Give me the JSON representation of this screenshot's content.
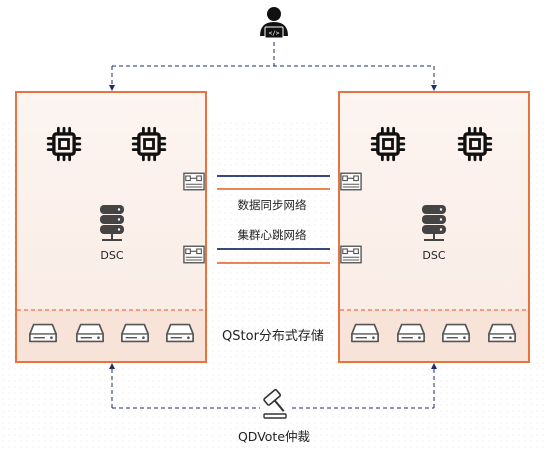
{
  "labels": {
    "dsc_left": "DSC",
    "dsc_right": "DSC",
    "data_sync": "数据同步网络",
    "heartbeat": "集群心跳网络",
    "storage": "QStor分布式存储",
    "arbiter": "QDVote仲裁"
  },
  "icons": {
    "admin": "developer-user-icon",
    "cpu": "cpu-chip-icon",
    "database": "database-server-icon",
    "port": "network-port-icon",
    "disk": "disk-drive-icon",
    "gavel": "gavel-icon"
  },
  "colors": {
    "accent": "#E8733F",
    "navy": "#1F2E6B",
    "panel_fill": "#FBF0EB",
    "storage_fill": "#F8E3D9",
    "icon": "#111111"
  }
}
